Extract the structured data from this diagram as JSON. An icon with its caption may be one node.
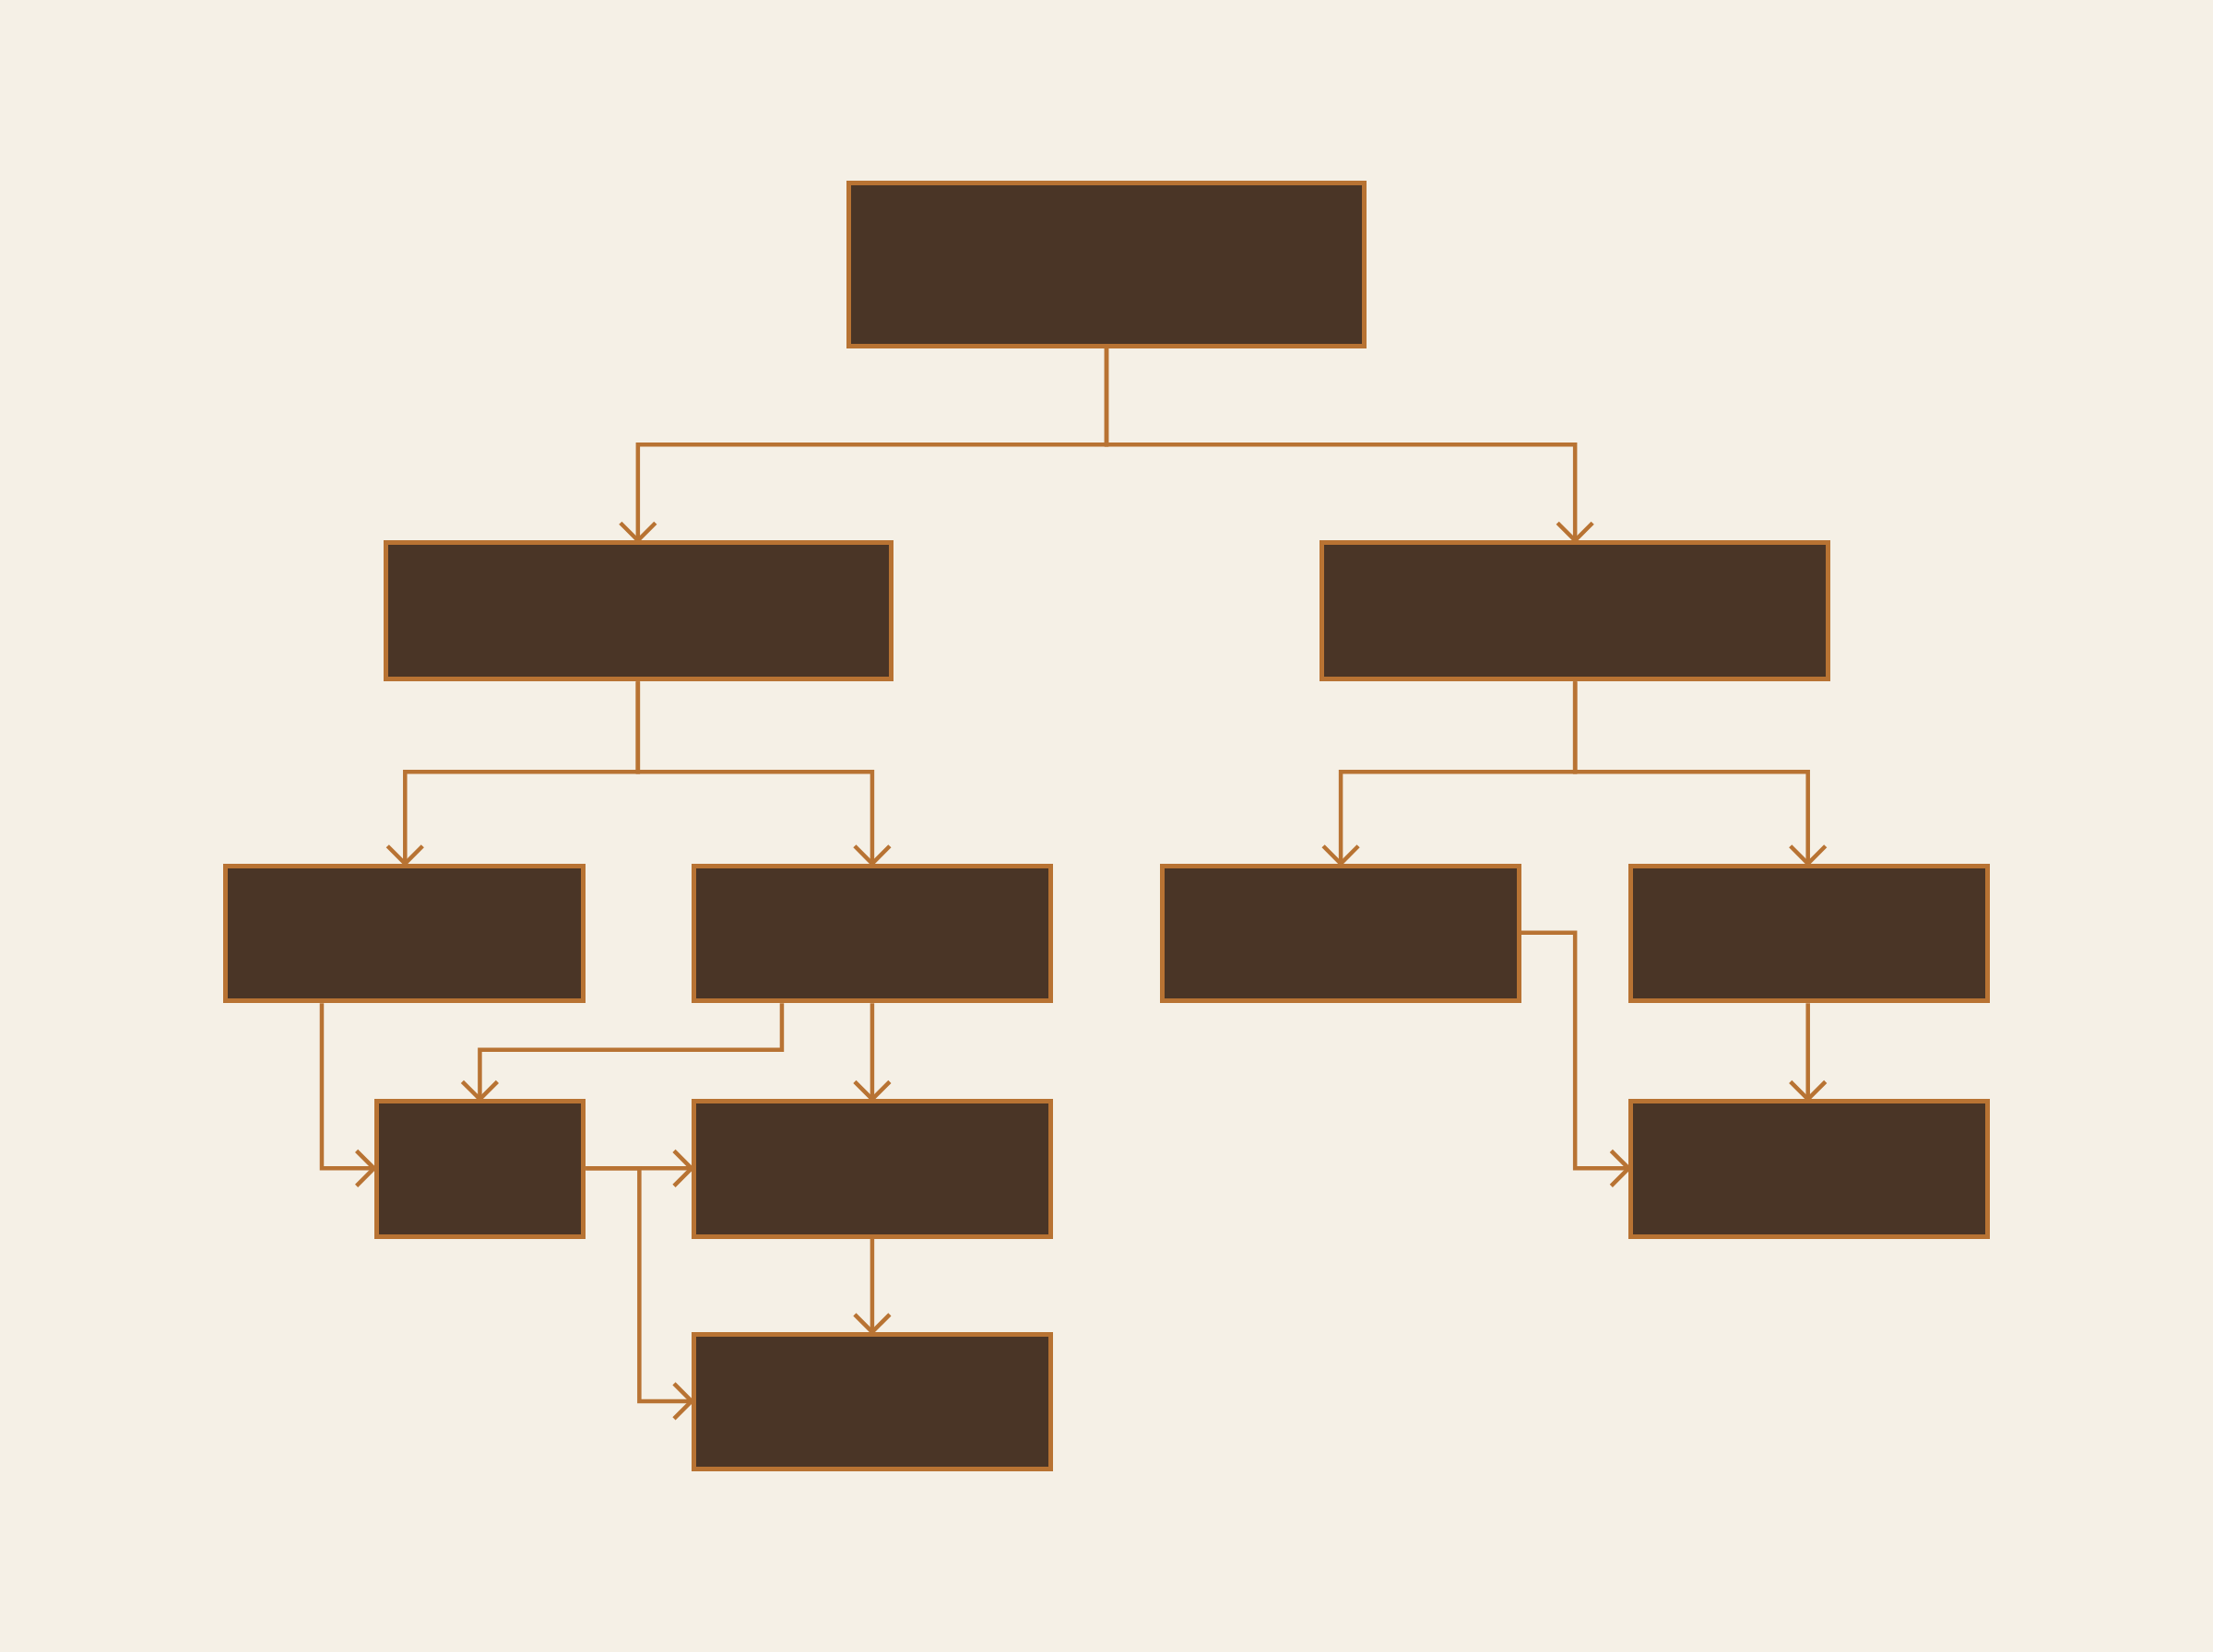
{
  "diagram": {
    "nodes": [
      {
        "text": [],
        "shape": "box"
      },
      {
        "text": [],
        "shape": "box"
      },
      {
        "text": [],
        "shape": "box"
      },
      {
        "text": [],
        "shape": "box"
      },
      {
        "text": [],
        "shape": "box"
      },
      {
        "text": [],
        "shape": "box"
      },
      {
        "text": [],
        "shape": "box"
      },
      {
        "text": [],
        "shape": "box"
      },
      {
        "text": [],
        "shape": "box"
      },
      {
        "text": [],
        "shape": "box"
      },
      {
        "text": [],
        "shape": "box"
      }
    ],
    "edges": [
      {
        "from": 0,
        "to": 1,
        "arrow": "to"
      },
      {
        "from": 0,
        "to": 2,
        "arrow": "to"
      },
      {
        "from": 1,
        "to": 3,
        "arrow": "to"
      },
      {
        "from": 1,
        "to": 4,
        "arrow": "to"
      },
      {
        "from": 2,
        "to": 5,
        "arrow": "to"
      },
      {
        "from": 2,
        "to": 6,
        "arrow": "to"
      },
      {
        "from": 3,
        "to": 7,
        "arrow": "to"
      },
      {
        "from": 4,
        "to": 7,
        "arrow": "to"
      },
      {
        "from": 4,
        "to": 8,
        "arrow": "to"
      },
      {
        "from": 7,
        "to": 8,
        "arrow": "to"
      },
      {
        "from": 7,
        "to": 10,
        "arrow": "to"
      },
      {
        "from": 8,
        "to": 10,
        "arrow": "to"
      },
      {
        "from": 5,
        "to": 9,
        "arrow": "to"
      },
      {
        "from": 6,
        "to": 9,
        "arrow": "to"
      }
    ]
  }
}
